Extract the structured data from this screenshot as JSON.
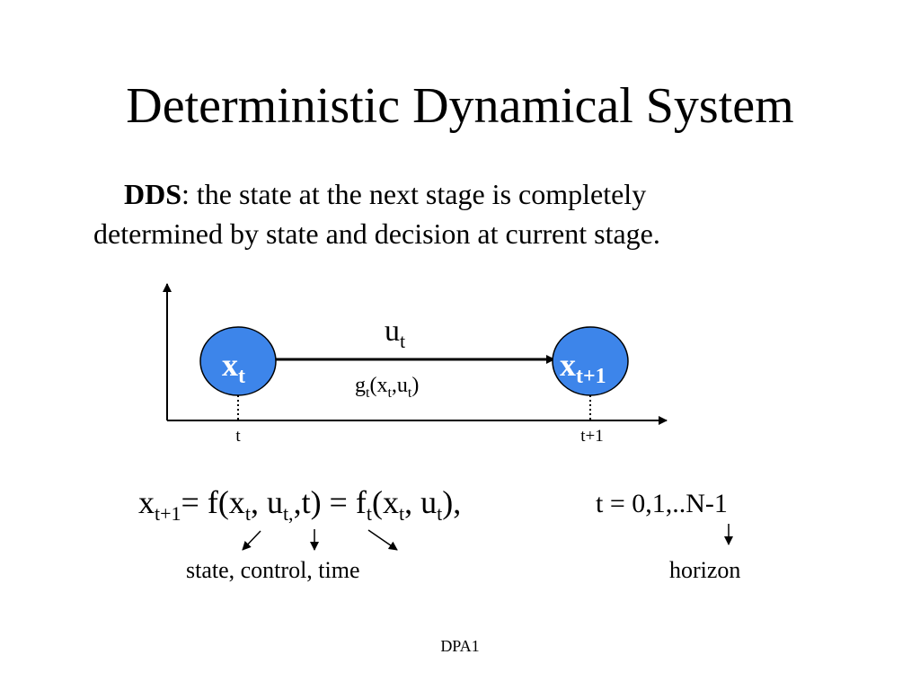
{
  "slide": {
    "title": "Deterministic Dynamical System",
    "definition": {
      "term": "DDS",
      "line1_rest": ": the state at the next stage is completely",
      "line2": "determined by state and decision at current stage."
    },
    "footer": "DPA1"
  },
  "diagram": {
    "node_left": {
      "base": "x",
      "sub": "t"
    },
    "node_right": {
      "base": "x",
      "sub": "t+1"
    },
    "edge_top": {
      "base": "u",
      "sub": "t"
    },
    "edge_bottom": {
      "g": "g",
      "g_sub": "t",
      "open": "(x",
      "x_sub": "t",
      "mid": ",u",
      "u_sub": "t",
      "close": ")"
    },
    "tick_left": "t",
    "tick_right": "t+1",
    "node_fill": "#3d85ea",
    "node_text_color": "#ffffff"
  },
  "equation": {
    "x": "x",
    "x_sub": "t+1",
    "p1": "= f(x",
    "s1": "t",
    "p2": ", u",
    "s2": "t,",
    "p3": ",t) = f",
    "s3": "t",
    "p4": "(x",
    "s4": "t",
    "p5": ", u",
    "s5": "t",
    "p6": "),",
    "horizon_eq": "t = 0,1,..N-1",
    "note": "state, control, time",
    "horizon_note": "horizon"
  }
}
